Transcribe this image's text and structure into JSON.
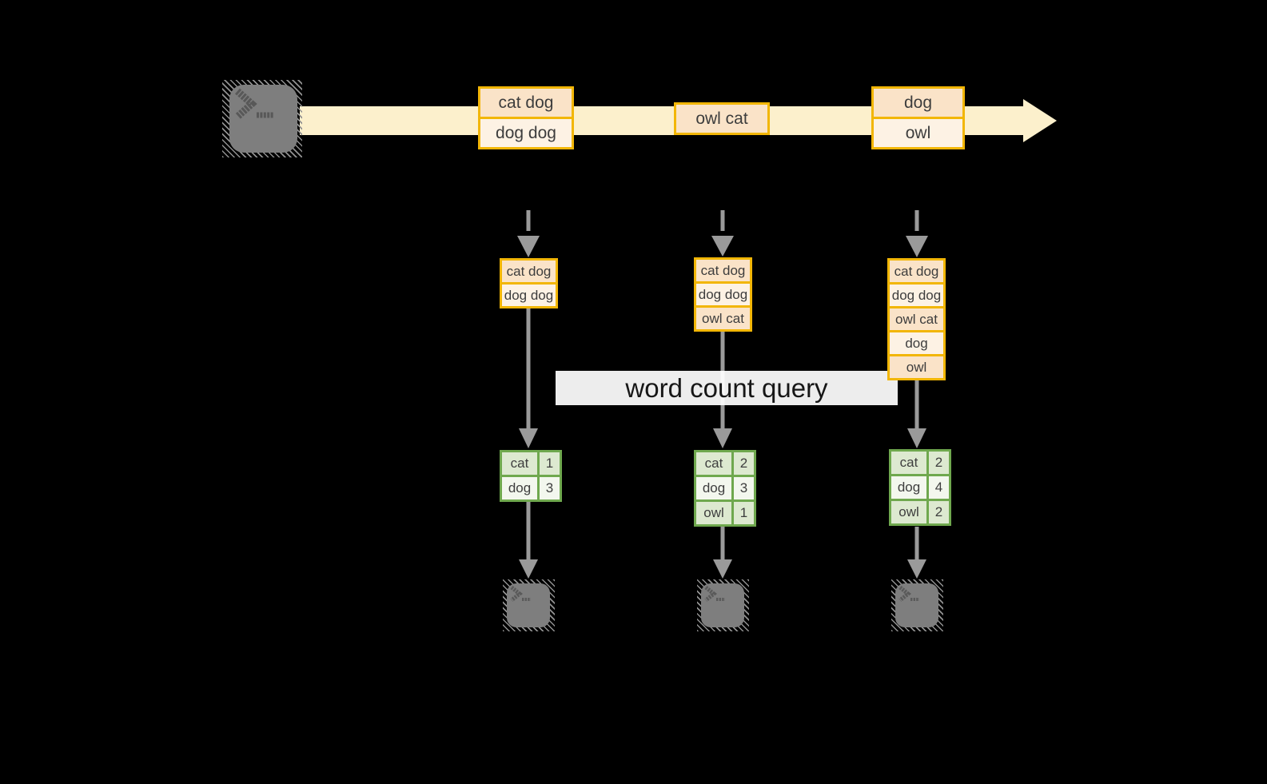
{
  "query_label": "word count query",
  "source": {
    "icon": "terminal",
    "prompt_glyph": ">_"
  },
  "stream_batches": [
    {
      "records": [
        "cat dog",
        "dog dog"
      ]
    },
    {
      "records": [
        "owl cat"
      ]
    },
    {
      "records": [
        "dog",
        "owl"
      ]
    }
  ],
  "columns": [
    {
      "state": [
        "cat dog",
        "dog dog"
      ],
      "result": {
        "rows": [
          [
            "cat",
            "1"
          ],
          [
            "dog",
            "3"
          ]
        ]
      }
    },
    {
      "state": [
        "cat dog",
        "dog dog",
        "owl cat"
      ],
      "result": {
        "rows": [
          [
            "cat",
            "2"
          ],
          [
            "dog",
            "3"
          ],
          [
            "owl",
            "1"
          ]
        ]
      }
    },
    {
      "state": [
        "cat dog",
        "dog dog",
        "owl cat",
        "dog",
        "owl"
      ],
      "result": {
        "rows": [
          [
            "cat",
            "2"
          ],
          [
            "dog",
            "4"
          ],
          [
            "owl",
            "2"
          ]
        ]
      }
    }
  ],
  "colors": {
    "background": "#000000",
    "stream_fill": "#fcf0cc",
    "batch_border": "#f2b606",
    "batch_fill_dark": "#fae3c8",
    "batch_fill_light": "#fdf2e4",
    "table_border": "#6fa84e",
    "table_fill_dark": "#dde9d0",
    "table_fill_light": "#f3f7ee",
    "arrow_gray": "#9a9a9a",
    "terminal_gray": "#7e7e7e"
  }
}
